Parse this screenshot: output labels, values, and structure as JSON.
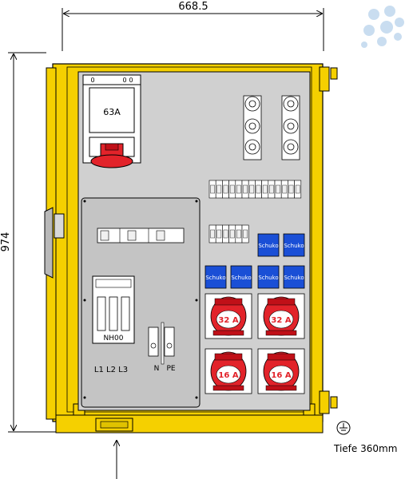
{
  "dimensions": {
    "width_label": "668.5",
    "height_label": "974",
    "depth_label": "Tiefe 360mm"
  },
  "main_switch": {
    "label": "63A",
    "marks": [
      "0",
      "0",
      "0"
    ]
  },
  "fuse": {
    "label": "NH00",
    "phases": "L1 L2 L3",
    "terminal_n": "N",
    "terminal_pe": "PE"
  },
  "schuko_label": "Schuko",
  "cee_sockets": [
    "32 A",
    "32 A",
    "16 A",
    "16 A"
  ],
  "colors": {
    "frame": "#f5d000",
    "frame_dark": "#c8a800",
    "panel": "#d0d0d0",
    "schuko": "#1a4fd6",
    "cee_red": "#e2232a",
    "logo": "#c9ddf0"
  }
}
